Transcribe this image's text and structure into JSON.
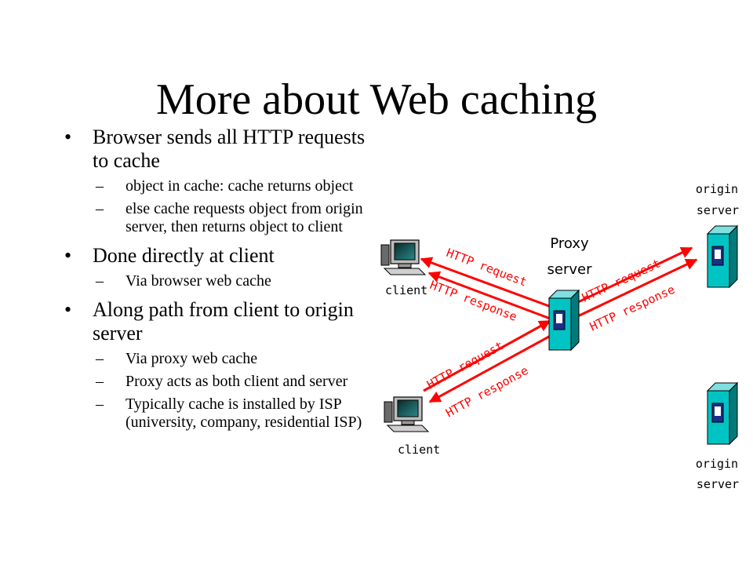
{
  "title": "More about Web caching",
  "bullets": [
    {
      "text": "Browser sends all HTTP requests to  cache",
      "sub": [
        "object in cache: cache returns object",
        "else cache requests object from origin server, then returns object to client"
      ]
    },
    {
      "text": "Done directly at client",
      "sub": [
        "Via browser web cache"
      ]
    },
    {
      "text": "Along path from client to origin server",
      "sub": [
        "Via proxy web cache",
        "Proxy acts as both client and server",
        "Typically cache is installed by ISP (university, company, residential ISP)"
      ]
    }
  ],
  "diagram": {
    "labels": {
      "client_top": "client",
      "client_bottom": "client",
      "proxy_line1": "Proxy",
      "proxy_line2": "server",
      "origin_top_line1": "origin",
      "origin_top_line2": "server",
      "origin_bottom_line1": "origin",
      "origin_bottom_line2": "server"
    },
    "messages": {
      "client1_request": "HTTP request",
      "client1_response": "HTTP response",
      "origin_request": "HTTP request",
      "origin_response": "HTTP response",
      "client2_request": "HTTP request",
      "client2_response": "HTTP response"
    },
    "colors": {
      "arrow": "#ff0000",
      "server": "#00c4c4",
      "server_dark": "#007a7a",
      "monitor": "#2a9a9a"
    }
  }
}
